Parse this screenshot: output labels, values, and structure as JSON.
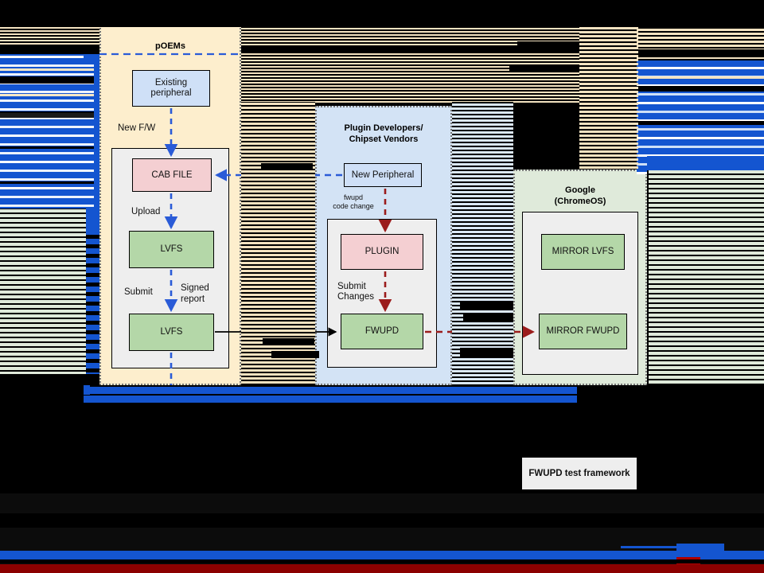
{
  "diagram": {
    "type": "flowchart",
    "title_visible": false,
    "colors": {
      "poems_lane": "#fdeecd",
      "plugin_lane": "#d3e3f5",
      "google_lane": "#dfeada",
      "inner_container": "#eeeeee",
      "node_blue": "#cfe0f7",
      "node_pink": "#f4cfd2",
      "node_green": "#b4d7a8",
      "arrow_blue": "#2a5bd7",
      "arrow_red": "#9b1c1c",
      "arrow_black": "#000000",
      "glitch_blue": "#1455d0"
    },
    "lanes": [
      {
        "id": "poems",
        "title": "pOEMs"
      },
      {
        "id": "plugin",
        "title": "Plugin Developers/\nChipset Vendors",
        "title_line1": "Plugin Developers/",
        "title_line2": "Chipset Vendors"
      },
      {
        "id": "google",
        "title": "Google\n(ChromeOS)",
        "title_line1": "Google",
        "title_line2": "(ChromeOS)"
      }
    ],
    "nodes": [
      {
        "id": "existing-peripheral",
        "label": "Existing\nperipheral",
        "line1": "Existing",
        "line2": "peripheral",
        "lane": "poems",
        "style": "blue"
      },
      {
        "id": "cab-file",
        "label": "CAB FILE",
        "lane": "poems",
        "style": "pink"
      },
      {
        "id": "lvfs-upload",
        "label": "LVFS",
        "lane": "poems",
        "style": "green"
      },
      {
        "id": "lvfs-submit",
        "label": "LVFS",
        "lane": "poems",
        "style": "green"
      },
      {
        "id": "new-peripheral",
        "label": "New Peripheral",
        "lane": "plugin",
        "style": "blue"
      },
      {
        "id": "plugin",
        "label": "PLUGIN",
        "lane": "plugin",
        "style": "pink"
      },
      {
        "id": "fwupd",
        "label": "FWUPD",
        "lane": "plugin",
        "style": "green"
      },
      {
        "id": "mirror-lvfs",
        "label": "MIRROR LVFS",
        "lane": "google",
        "style": "green"
      },
      {
        "id": "mirror-fwupd",
        "label": "MIRROR FWUPD",
        "lane": "google",
        "style": "green"
      },
      {
        "id": "test-framework",
        "label": "FWUPD test framework",
        "lane": "none",
        "style": "plain"
      }
    ],
    "edge_labels": [
      {
        "id": "new-fw",
        "text": "New F/W"
      },
      {
        "id": "upload",
        "text": "Upload"
      },
      {
        "id": "submit",
        "text": "Submit"
      },
      {
        "id": "signed-report",
        "text": "Signed\nreport",
        "line1": "Signed",
        "line2": "report"
      },
      {
        "id": "fwupd-code-change",
        "text": "fwupd\ncode change",
        "line1": "fwupd",
        "line2": "code change"
      },
      {
        "id": "submit-changes",
        "text": "Submit\nChanges",
        "line1": "Submit",
        "line2": "Changes"
      }
    ]
  }
}
